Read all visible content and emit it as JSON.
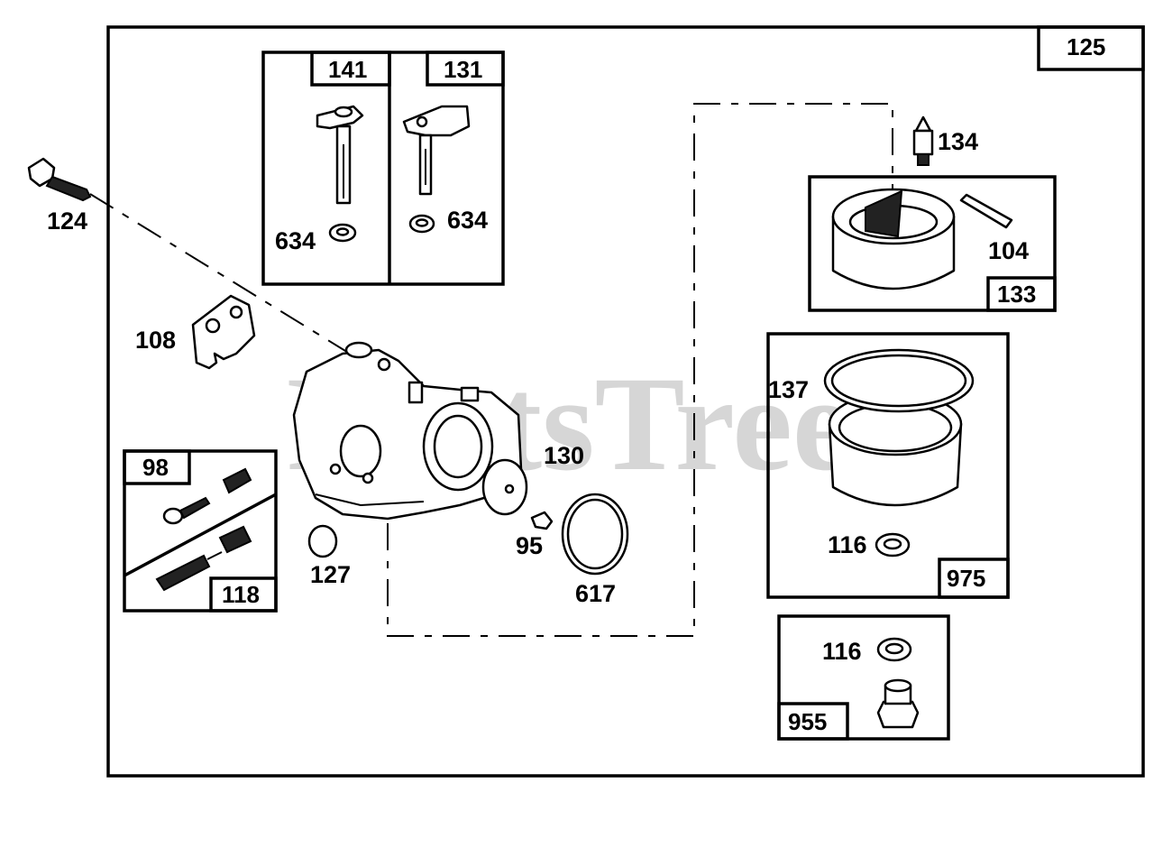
{
  "watermark": "PartsTree",
  "watermark_mark": "™",
  "boxes": {
    "main": "125",
    "idle_screw_kit": "98",
    "mixture_screw_kit": "118",
    "throttle_shaft": "141",
    "choke_shaft": "131",
    "float_bowl_insert": "133",
    "float_bowl": "975",
    "bowl_nut_kit": "955"
  },
  "parts": {
    "bolt": "124",
    "plate": "108",
    "seal_left": "634",
    "seal_right": "634",
    "needle": "134",
    "pin": "104",
    "gasket_ring": "137",
    "washer_bowl": "116",
    "washer_kit": "116",
    "welch_plug": "127",
    "throttle_plate": "130",
    "screw": "95",
    "o_ring": "617"
  }
}
